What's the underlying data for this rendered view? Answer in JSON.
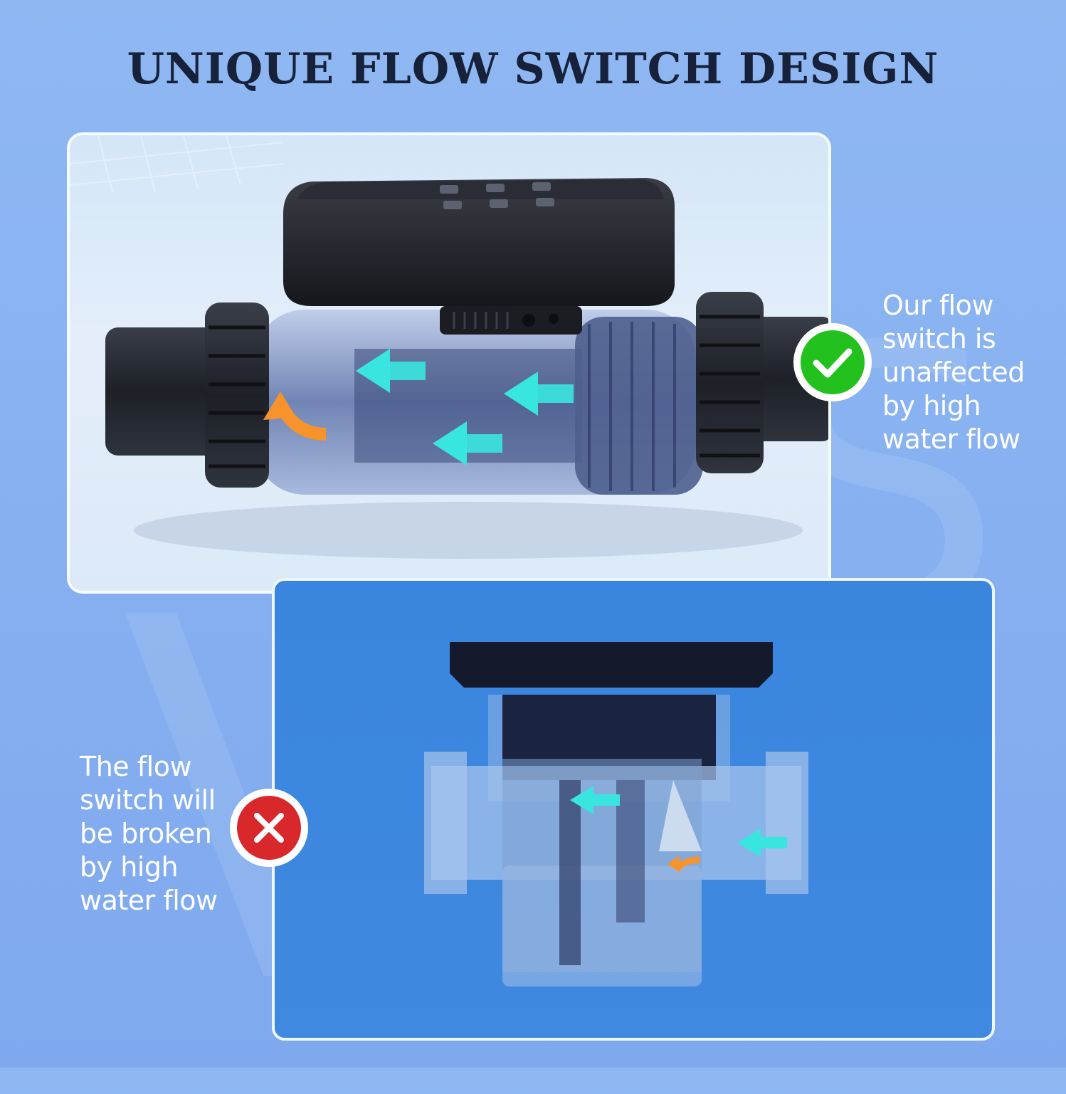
{
  "title": "UNIQUE FLOW SWITCH DESIGN",
  "good_caption": {
    "lines": [
      "Our flow",
      "switch is",
      "unaffected",
      "by high",
      "water flow"
    ]
  },
  "bad_caption": {
    "lines": [
      "The flow",
      "switch will",
      "be broken",
      "by high",
      "water flow"
    ]
  },
  "icons": {
    "good": "check-icon",
    "bad": "cross-icon",
    "arrow": "flow-arrow-icon",
    "turn": "turn-arrow-icon"
  },
  "colors": {
    "background": "#8fb8f3",
    "title": "#17223a",
    "check": "#22c11e",
    "cross": "#d8282c",
    "flow_arrow": "#38e6df",
    "turn_arrow": "#f7932b",
    "bottom_panel": "#3a86df"
  }
}
